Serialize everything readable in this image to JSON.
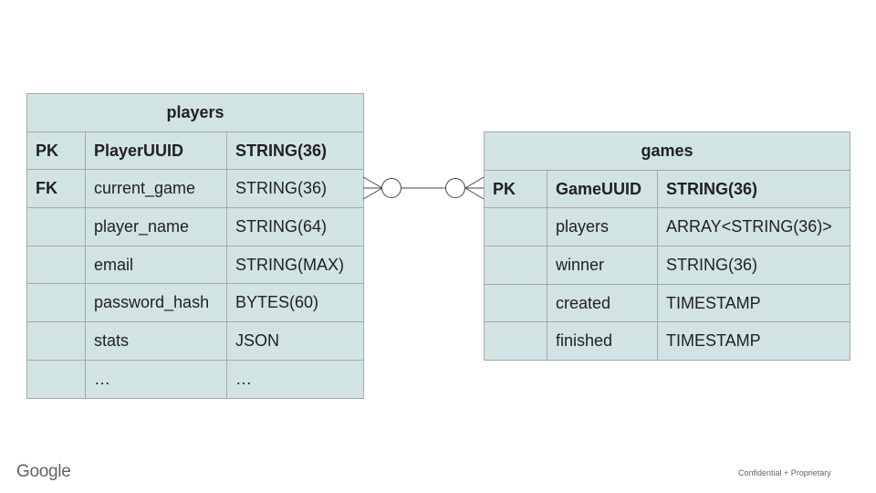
{
  "players": {
    "title": "players",
    "rows": [
      {
        "key": "PK",
        "name": "PlayerUUID",
        "type": "STRING(36)"
      },
      {
        "key": "FK",
        "name": "current_game",
        "type": "STRING(36)"
      },
      {
        "key": "",
        "name": "player_name",
        "type": "STRING(64)"
      },
      {
        "key": "",
        "name": "email",
        "type": "STRING(MAX)"
      },
      {
        "key": "",
        "name": "password_hash",
        "type": "BYTES(60)"
      },
      {
        "key": "",
        "name": "stats",
        "type": "JSON"
      },
      {
        "key": "",
        "name": "…",
        "type": "…"
      }
    ]
  },
  "games": {
    "title": "games",
    "rows": [
      {
        "key": "PK",
        "name": "GameUUID",
        "type": "STRING(36)"
      },
      {
        "key": "",
        "name": "players",
        "type": "ARRAY<STRING(36)>"
      },
      {
        "key": "",
        "name": "winner",
        "type": "STRING(36)"
      },
      {
        "key": "",
        "name": "created",
        "type": "TIMESTAMP"
      },
      {
        "key": "",
        "name": "finished",
        "type": "TIMESTAMP"
      }
    ]
  },
  "relationship": {
    "from_cardinality": "zero-or-many",
    "to_cardinality": "zero-or-many",
    "line_color": "#444444"
  },
  "colors": {
    "table_fill": "#d2e3e3",
    "table_border": "#a8a8a8"
  },
  "footer": {
    "logo": "Google",
    "note": "Confidential + Proprietary"
  }
}
